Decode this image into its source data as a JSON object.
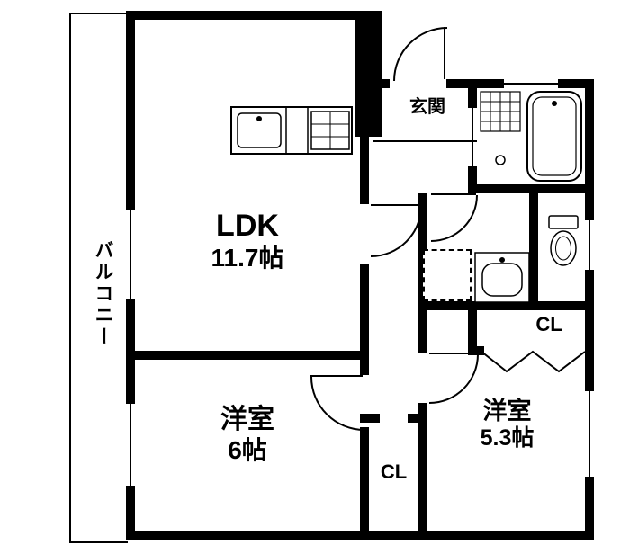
{
  "plan": {
    "balcony": {
      "label": "バルコニー"
    },
    "ldk": {
      "label": "LDK",
      "size": "11.7帖"
    },
    "entrance": {
      "label": "玄関"
    },
    "bedroom_west": {
      "label": "洋室",
      "size": "6帖"
    },
    "bedroom_east": {
      "label": "洋室",
      "size": "5.3帖"
    },
    "closet_east": {
      "label": "CL"
    },
    "closet_center": {
      "label": "CL"
    }
  },
  "fixtures": {
    "kitchen": "kitchen-counter-icon",
    "bathtub": "bathtub-icon",
    "toilet": "toilet-icon",
    "washbasin": "washbasin-icon",
    "washer_pan": "washing-machine-pan-icon"
  },
  "colors": {
    "wall": "#000000",
    "background": "#ffffff",
    "line": "#000000"
  }
}
